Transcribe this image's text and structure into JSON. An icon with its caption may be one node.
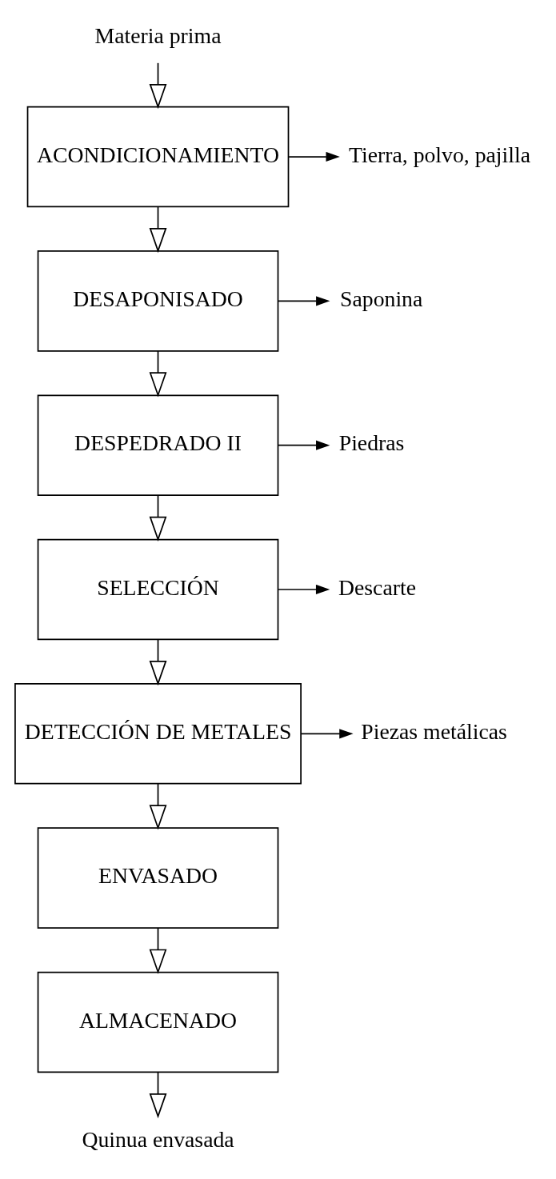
{
  "diagram": {
    "nodes": [
      {
        "text": [
          "Materia prima"
        ]
      },
      {
        "text": [
          "ACONDICIONAMIENTO"
        ]
      },
      {
        "text": [
          "Tierra, polvo, pajilla"
        ]
      },
      {
        "text": [
          "DESAPONISADO"
        ]
      },
      {
        "text": [
          "Saponina"
        ]
      },
      {
        "text": [
          "DESPEDRADO II"
        ]
      },
      {
        "text": [
          "Piedras"
        ]
      },
      {
        "text": [
          "SELECCIÓN"
        ]
      },
      {
        "text": [
          "Descarte"
        ]
      },
      {
        "text": [
          "DETECCIÓN DE METALES"
        ]
      },
      {
        "text": [
          "Piezas metálicas"
        ]
      },
      {
        "text": [
          "ENVASADO"
        ]
      },
      {
        "text": [
          "ALMACENADO"
        ]
      },
      {
        "text": [
          "Quinua envasada"
        ]
      }
    ],
    "edges": [
      {
        "from": 0,
        "to": 1,
        "arrow": "to"
      },
      {
        "from": 1,
        "to": 2,
        "arrow": "to"
      },
      {
        "from": 1,
        "to": 3,
        "arrow": "to"
      },
      {
        "from": 3,
        "to": 4,
        "arrow": "to"
      },
      {
        "from": 3,
        "to": 5,
        "arrow": "to"
      },
      {
        "from": 5,
        "to": 6,
        "arrow": "to"
      },
      {
        "from": 5,
        "to": 7,
        "arrow": "to"
      },
      {
        "from": 7,
        "to": 8,
        "arrow": "to"
      },
      {
        "from": 7,
        "to": 9,
        "arrow": "to"
      },
      {
        "from": 9,
        "to": 10,
        "arrow": "to"
      },
      {
        "from": 9,
        "to": 11,
        "arrow": "to"
      },
      {
        "from": 11,
        "to": 12,
        "arrow": "to"
      },
      {
        "from": 12,
        "to": 13,
        "arrow": "to"
      }
    ]
  }
}
